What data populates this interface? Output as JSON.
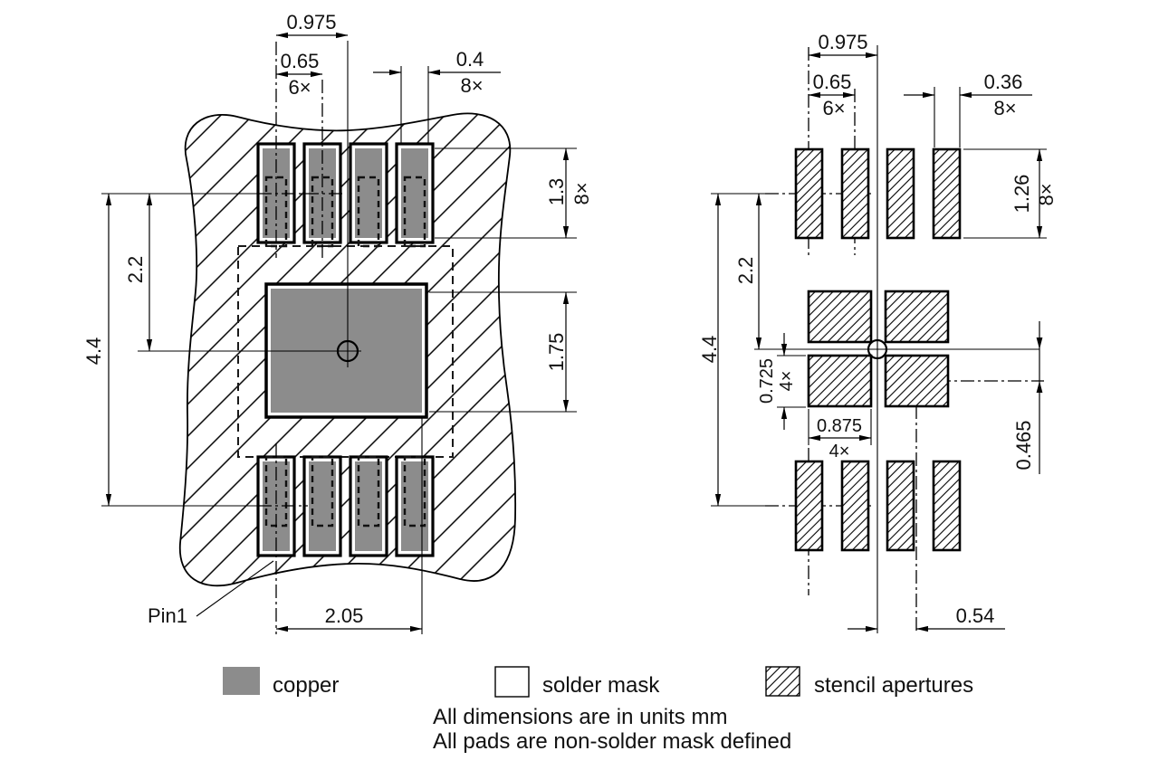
{
  "figures": {
    "left": {
      "name": "copper and solder mask land pattern",
      "pin1_label": "Pin1",
      "dims": {
        "pitch_to_center": "0.975",
        "pad_pitch": "0.65",
        "pad_pitch_qty": "6×",
        "pad_width": "0.4",
        "pad_width_qty": "8×",
        "pad_length": "1.3",
        "pad_length_qty": "8×",
        "row_to_center": "2.2",
        "row_span": "4.4",
        "thermal_pad_height": "1.75",
        "bottom_span": "2.05"
      }
    },
    "right": {
      "name": "stencil aperture pattern",
      "dims": {
        "pitch_to_center": "0.975",
        "aperture_pitch": "0.65",
        "aperture_pitch_qty": "6×",
        "aperture_width": "0.36",
        "aperture_width_qty": "8×",
        "aperture_length": "1.26",
        "aperture_length_qty": "8×",
        "row_to_center": "2.2",
        "row_span": "4.4",
        "thermal_aperture_height": "0.725",
        "thermal_aperture_height_qty": "4×",
        "thermal_aperture_width": "0.875",
        "thermal_aperture_width_qty": "4×",
        "vertical_offset": "0.465",
        "horizontal_offset": "0.54"
      }
    }
  },
  "legend": {
    "copper": "copper",
    "solder_mask": "solder mask",
    "stencil_apertures": "stencil apertures"
  },
  "notes": {
    "line1": "All dimensions are in units mm",
    "line2": "All pads are non-solder mask defined"
  },
  "colors": {
    "copper": "#8c8c8c",
    "line": "#000000",
    "background": "#ffffff"
  }
}
